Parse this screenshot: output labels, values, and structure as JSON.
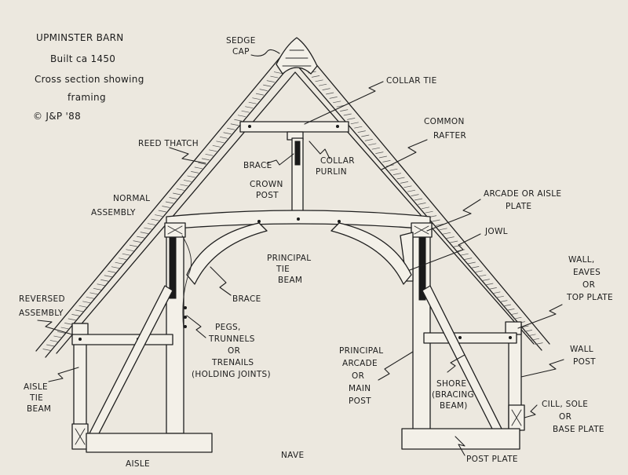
{
  "title": {
    "line1": "UPMINSTER BARN",
    "line2": "Built ca 1450",
    "line3": "Cross section showing",
    "line4": "framing",
    "line5": "© J&P '88"
  },
  "labels": {
    "sedge_cap": [
      "SEDGE",
      "CAP"
    ],
    "collar_tie": [
      "COLLAR TIE"
    ],
    "common_rafter": [
      "COMMON",
      "RAFTER"
    ],
    "reed_thatch": [
      "REED THATCH"
    ],
    "brace_top": [
      "BRACE"
    ],
    "collar_purlin": [
      "COLLAR",
      "PURLIN"
    ],
    "crown_post": [
      "CROWN",
      "POST"
    ],
    "normal_assembly": [
      "NORMAL",
      "ASSEMBLY"
    ],
    "arcade_plate": [
      "ARCADE OR AISLE",
      "PLATE"
    ],
    "jowl": [
      "JOWL"
    ],
    "principal_tie_beam": [
      "PRINCIPAL",
      "TIE",
      "BEAM"
    ],
    "wall_plate": [
      "WALL,",
      "EAVES",
      "OR",
      "TOP PLATE"
    ],
    "reversed_assembly": [
      "REVERSED",
      "ASSEMBLY"
    ],
    "brace_mid": [
      "BRACE"
    ],
    "pegs": [
      "PEGS,",
      "TRUNNELS",
      "OR",
      "TRENAILS",
      "(HOLDING JOINTS)"
    ],
    "principal_post": [
      "PRINCIPAL",
      "ARCADE",
      "OR",
      "MAIN",
      "POST"
    ],
    "shore": [
      "SHORE",
      "(BRACING",
      "BEAM)"
    ],
    "wall_post": [
      "WALL",
      "POST"
    ],
    "aisle_tie_beam": [
      "AISLE",
      "TIE",
      "BEAM"
    ],
    "cill": [
      "CILL, SOLE",
      "OR",
      "BASE PLATE"
    ],
    "post_plate": [
      "POST PLATE"
    ],
    "aisle": [
      "AISLE"
    ],
    "nave": [
      "NAVE"
    ]
  }
}
